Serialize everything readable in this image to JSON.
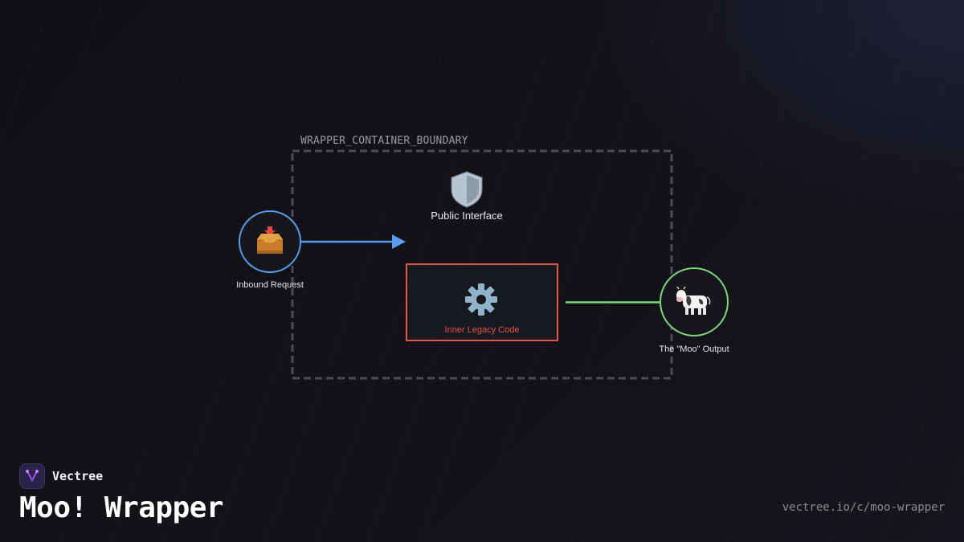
{
  "diagram": {
    "boundary_label": "WRAPPER_CONTAINER_BOUNDARY",
    "nodes": {
      "inbound": {
        "label": "Inbound Request",
        "icon": "inbox-tray-icon",
        "color": "#5b9cf0"
      },
      "public_interface": {
        "label": "Public Interface",
        "icon": "shield-icon"
      },
      "legacy": {
        "label": "Inner Legacy Code",
        "icon": "gear-icon",
        "color": "#e5534b"
      },
      "output": {
        "label": "The \"Moo\" Output",
        "icon": "cow-icon",
        "color": "#7ed67e"
      }
    },
    "edges": [
      {
        "from": "inbound",
        "to": "public_interface",
        "color": "#5b9cf0"
      },
      {
        "from": "legacy",
        "to": "output",
        "color": "#7ed67e"
      }
    ]
  },
  "footer": {
    "brand_name": "Vectree",
    "title": "Moo! Wrapper",
    "url": "vectree.io/c/moo-wrapper"
  }
}
